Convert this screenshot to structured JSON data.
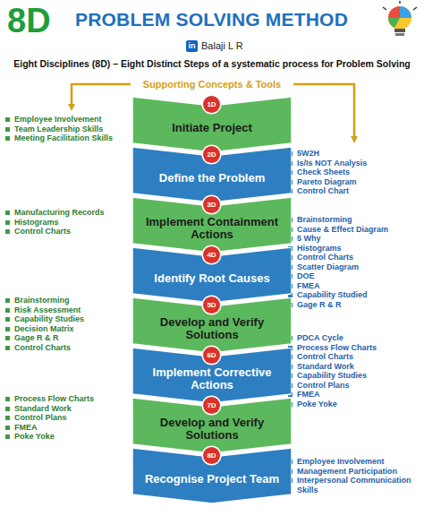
{
  "diagram": {
    "title": "PROBLEM SOLVING METHOD",
    "nodes": [
      {
        "text": [
          "Initiate Project"
        ]
      },
      {
        "text": [
          "1D"
        ],
        "in": 0
      },
      {
        "text": [
          "Define the Problem"
        ]
      },
      {
        "text": [
          "2D"
        ],
        "in": 2
      },
      {
        "text": [
          "Implement Containment Actions"
        ]
      },
      {
        "text": [
          "3D"
        ],
        "in": 4
      },
      {
        "text": [
          "Identify Root Causes"
        ]
      },
      {
        "text": [
          "4D"
        ],
        "in": 6
      },
      {
        "text": [
          "Develop and Verify Solutions"
        ]
      },
      {
        "text": [
          "5D"
        ],
        "in": 8
      },
      {
        "text": [
          "Implement Corrective Actions"
        ]
      },
      {
        "text": [
          "6D"
        ],
        "in": 10
      },
      {
        "text": [
          "Develop and Verify Solutions"
        ]
      },
      {
        "text": [
          "7D"
        ],
        "in": 12
      },
      {
        "text": [
          "Recognise Project Team"
        ]
      },
      {
        "text": [
          "8D"
        ],
        "in": 14
      }
    ],
    "labels": [
      "8D",
      "in",
      "Balaji L R",
      "Eight Disciplines (8D) – Eight Distinct Steps of a systematic process for Problem Solving",
      "Supporting Concepts & Tools",
      "Employee Involvement",
      "Team Leadership Skills",
      "Meeting Facilitation Skills",
      "Manufacturing Records",
      "Histograms",
      "Control Charts",
      "Brainstorming",
      "Risk Assessment",
      "Capability Studies",
      "Decision Matrix",
      "Gage R & R",
      "Control Charts",
      "Process Flow Charts",
      "Standard Work",
      "Control Plans",
      "FMEA",
      "Poke Yoke",
      "5W2H",
      "Is/Is NOT Analysis",
      "Check Sheets",
      "Pareto Diagram",
      "Control Chart",
      "Brainstorming",
      "Cause & Effect Diagram",
      "5 Why",
      "Histograms",
      "Control Charts",
      "Scatter Diagram",
      "DOE",
      "FMEA",
      "Capability Studied",
      "Gage R & R",
      "PDCA Cycle",
      "Process Flow Charts",
      "Control Charts",
      "Standard Work",
      "Capability Studies",
      "Control Plans",
      "FMEA",
      "Poke Yoke",
      "Employee Involvement",
      "Management Participation",
      "Interpersonal Communication Skills"
    ]
  }
}
